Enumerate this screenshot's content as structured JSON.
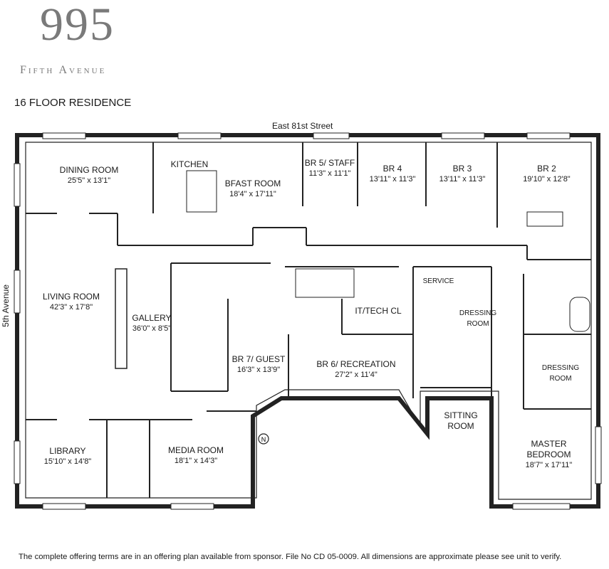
{
  "header": {
    "logo_number": "995",
    "logo_subtitle": "Fifth Avenue",
    "floor_title": "16 FLOOR RESIDENCE"
  },
  "streets": {
    "north": "East 81st Street",
    "west": "5th Avenue"
  },
  "compass_label": "N",
  "rooms": {
    "dining": {
      "name": "DINING ROOM",
      "dim": "25'5\" x 13'1\""
    },
    "kitchen": {
      "name": "KITCHEN"
    },
    "bfast": {
      "name": "BFAST ROOM",
      "dim": "18'4\" x 17'11\""
    },
    "br5": {
      "name": "BR 5/ STAFF",
      "dim": "11'3\" x 11'1\""
    },
    "br4": {
      "name": "BR 4",
      "dim": "13'11\" x 11'3\""
    },
    "br3": {
      "name": "BR 3",
      "dim": "13'11\" x 11'3\""
    },
    "br2": {
      "name": "BR 2",
      "dim": "19'10\" x 12'8\""
    },
    "living": {
      "name": "LIVING ROOM",
      "dim": "42'3\" x 17'8\""
    },
    "gallery": {
      "name": "GALLERY",
      "dim": "36'0\" x 8'5\""
    },
    "br7": {
      "name": "BR 7/ GUEST",
      "dim": "16'3\" x 13'9\""
    },
    "ittech": {
      "name": "IT/TECH CL"
    },
    "br6": {
      "name": "BR 6/ RECREATION",
      "dim": "27'2\" x 11'4\""
    },
    "service": {
      "name": "SERVICE"
    },
    "dressing1": {
      "name": "DRESSING ROOM"
    },
    "dressing2": {
      "name": "DRESSING ROOM"
    },
    "sitting": {
      "name": "SITTING ROOM"
    },
    "master": {
      "name": "MASTER BEDROOM",
      "dim": "18'7\" x 17'11\""
    },
    "library": {
      "name": "LIBRARY",
      "dim": "15'10\" x 14'8\""
    },
    "media": {
      "name": "MEDIA ROOM",
      "dim": "18'1\" x 14'3\""
    }
  },
  "footer": "The complete offering terms are in an offering plan available from sponsor. File No CD 05-0009. All dimensions are approximate please see unit to verify."
}
